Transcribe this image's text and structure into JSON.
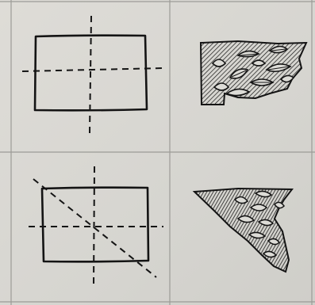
{
  "figure": {
    "panels": [
      {
        "id": "top-left",
        "content": "rectangle-with-center-fold-lines"
      },
      {
        "id": "top-right",
        "content": "folded-quarter-cutout-pattern"
      },
      {
        "id": "bottom-left",
        "content": "rectangle-with-center-and-diagonal-fold-lines"
      },
      {
        "id": "bottom-right",
        "content": "folded-triangle-cutout-pattern"
      }
    ],
    "colors": {
      "ink": "#141414",
      "paper": "#dddcd7",
      "grid_line": "#9c9b97"
    }
  }
}
